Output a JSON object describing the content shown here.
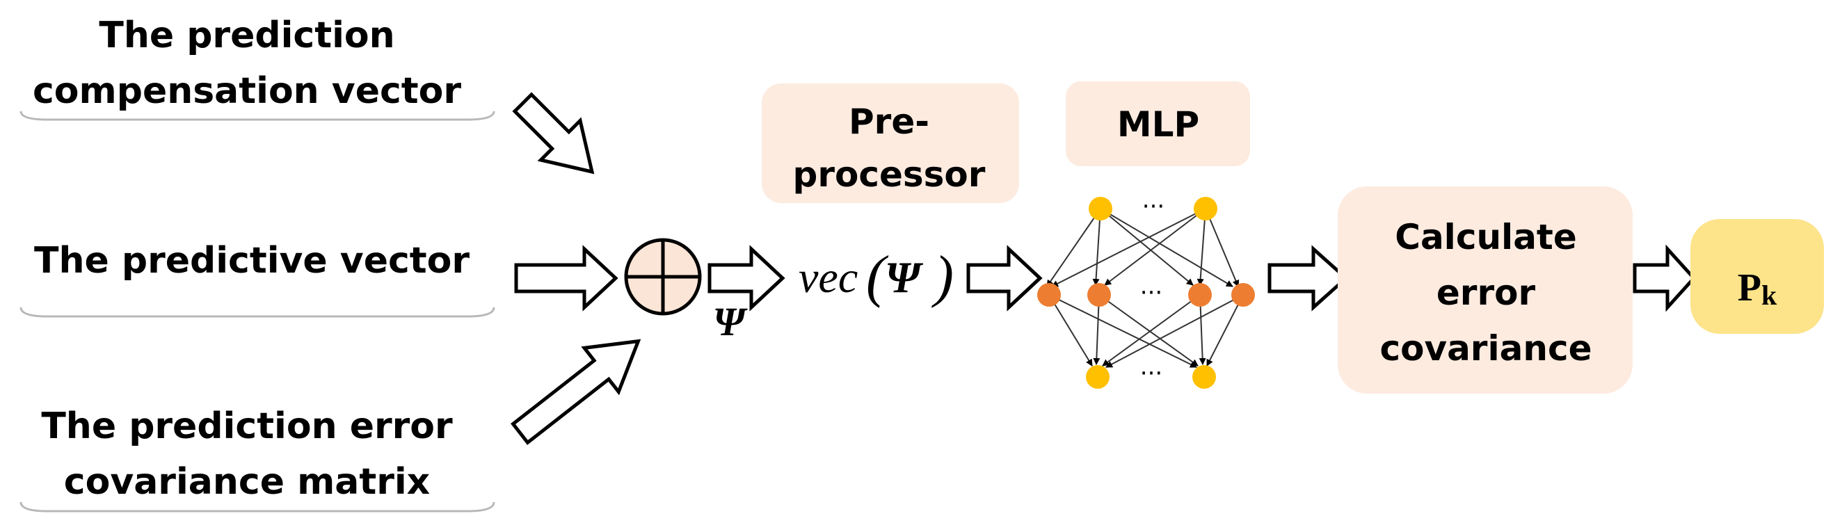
{
  "inputs": {
    "compensation": {
      "line1": "The prediction",
      "line2": "compensation vector"
    },
    "predictive": {
      "line1": "The predictive vector"
    },
    "error_cov": {
      "line1": "The prediction error",
      "line2": "covariance matrix"
    }
  },
  "sum_symbol": {
    "label": "Ψ"
  },
  "vec_label": {
    "prefix": "vec",
    "open": "(",
    "symbol": "Ψ",
    "close": ")"
  },
  "preprocessor": {
    "line1": "Pre-",
    "line2": "processor"
  },
  "mlp": {
    "label": "MLP",
    "ellipsis": "···"
  },
  "calculate": {
    "line1": "Calculate",
    "line2": "error",
    "line3": "covariance"
  },
  "output": {
    "main": "P",
    "sub": "k"
  },
  "colors": {
    "box_fill": "#fdebe0",
    "output_fill": "#fde48a",
    "node_input": "#ffc000",
    "node_hidden": "#ed7d31",
    "sum_fill": "#fbe5d6"
  }
}
